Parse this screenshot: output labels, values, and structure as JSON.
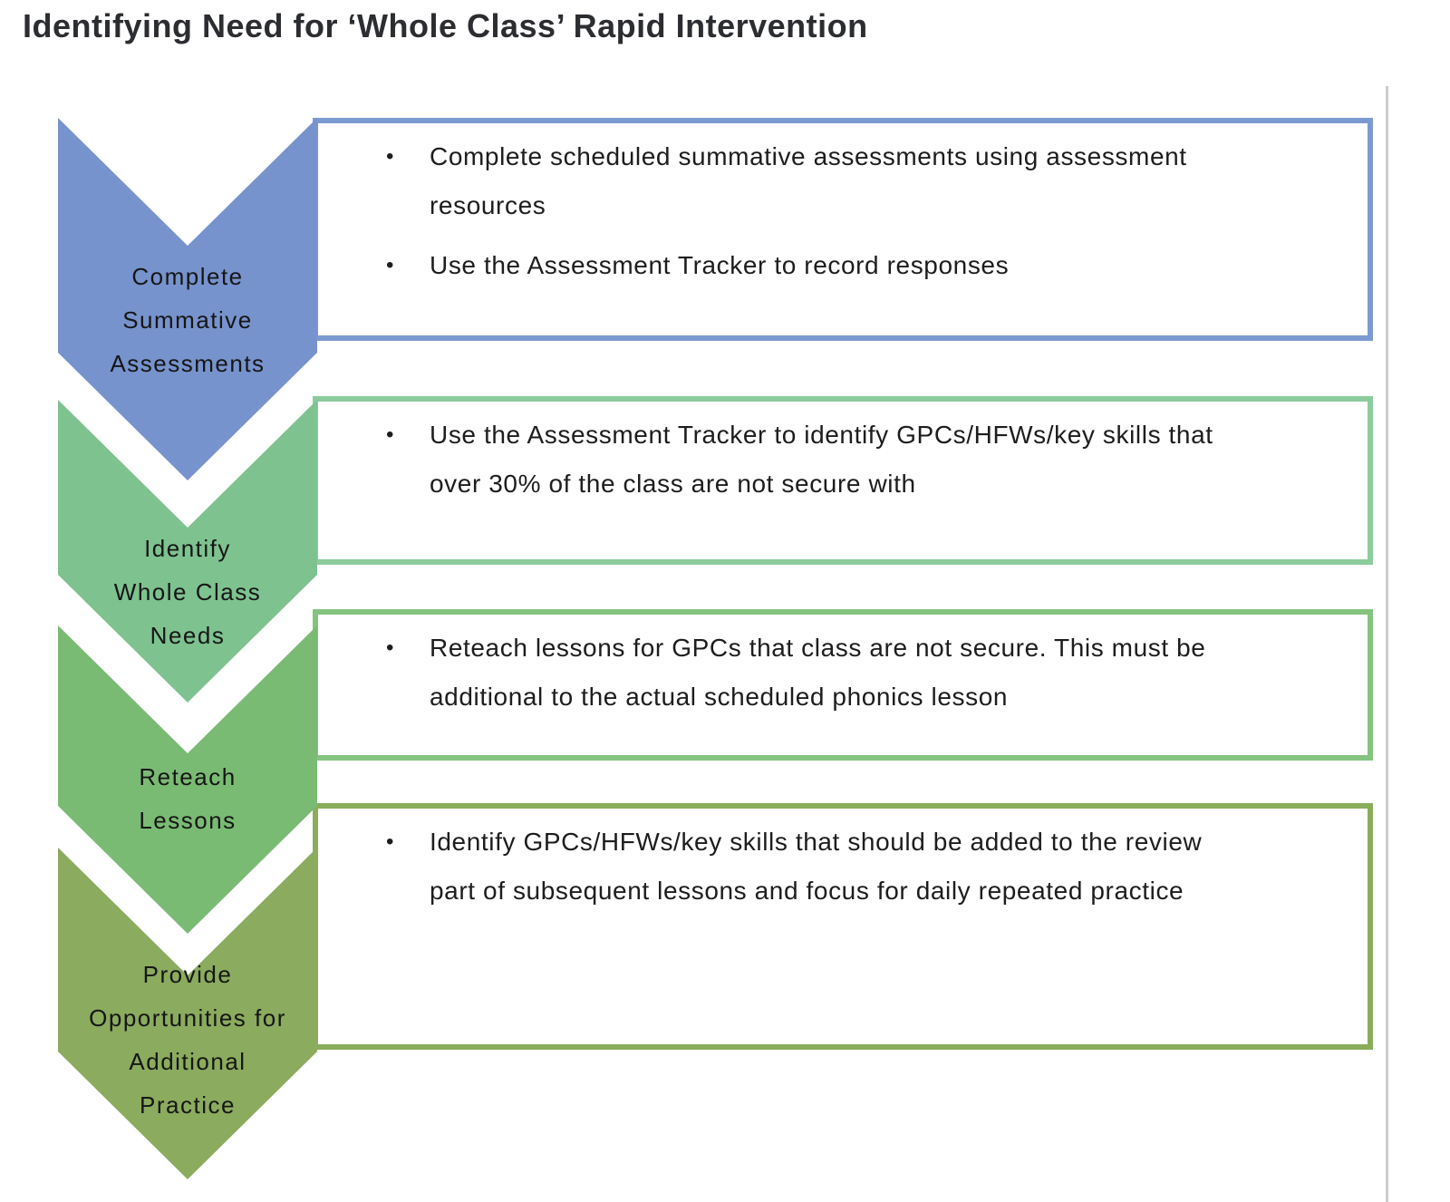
{
  "title": "Identifying Need for ‘Whole Class’ Rapid Intervention",
  "divider_color": "#cccccc",
  "steps": [
    {
      "name": "complete-summative-assessments",
      "label_lines": [
        "Complete",
        "Summative",
        "Assessments"
      ],
      "chevron_color": "#7793cd",
      "border_color": "#7b9ad2",
      "bullets": [
        "Complete scheduled summative assessments using assessment resources",
        "Use the Assessment Tracker to record responses"
      ]
    },
    {
      "name": "identify-whole-class-needs",
      "label_lines": [
        "Identify",
        "Whole Class",
        "Needs"
      ],
      "chevron_color": "#7ec290",
      "border_color": "#8ccc9c",
      "bullets": [
        "Use the Assessment Tracker to identify GPCs/HFWs/key skills that over 30% of the class are not secure with"
      ]
    },
    {
      "name": "reteach-lessons",
      "label_lines": [
        "Reteach",
        "Lessons"
      ],
      "chevron_color": "#7abb74",
      "border_color": "#85c47f",
      "bullets": [
        "Reteach lessons for GPCs that class are not secure. This must be additional to the actual scheduled phonics lesson"
      ]
    },
    {
      "name": "provide-additional-practice",
      "label_lines": [
        "Provide",
        "Opportunities for",
        "Additional",
        "Practice"
      ],
      "chevron_color": "#8bab5e",
      "border_color": "#8aad5b",
      "bullets": [
        "Identify GPCs/HFWs/key skills that should be added to the review part of subsequent lessons and focus for daily repeated practice"
      ]
    }
  ]
}
